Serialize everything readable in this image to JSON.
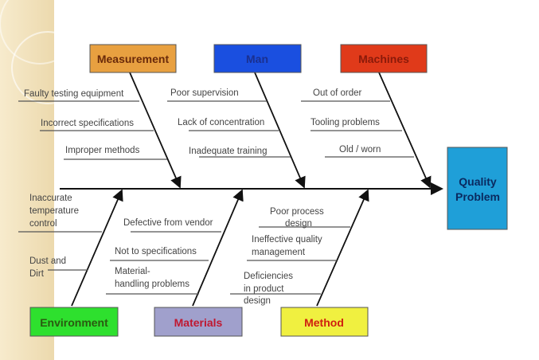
{
  "effect": {
    "line1": "Quality",
    "line2": "Problem"
  },
  "categories": {
    "measurement": {
      "label": "Measurement",
      "causes": [
        "Faulty testing equipment",
        "Incorrect specifications",
        "Improper methods"
      ]
    },
    "man": {
      "label": "Man",
      "causes": [
        "Poor supervision",
        "Lack of concentration",
        "Inadequate training"
      ]
    },
    "machines": {
      "label": "Machines",
      "causes": [
        "Out of order",
        "Tooling problems",
        "Old / worn"
      ]
    },
    "environment": {
      "label": "Environment",
      "causes": [
        [
          "Inaccurate",
          "temperature",
          "control"
        ],
        [
          "Dust and",
          "Dirt"
        ]
      ]
    },
    "materials": {
      "label": "Materials",
      "causes": [
        [
          "Defective from vendor"
        ],
        [
          "Not to specifications"
        ],
        [
          "Material-",
          "handling problems"
        ]
      ]
    },
    "method": {
      "label": "Method",
      "causes": [
        [
          "Poor process",
          "design"
        ],
        [
          "Ineffective quality",
          "management"
        ],
        [
          "Deficiencies",
          "in product",
          "design"
        ]
      ]
    }
  },
  "colors": {
    "measurement": "#e8a040",
    "man": "#1a4fe0",
    "machines": "#e03a1a",
    "environment": "#2ee02e",
    "materials": "#a0a0cc",
    "method": "#f0f040",
    "effect": "#1f9fd8",
    "sidebar": "#f3e3bd"
  }
}
